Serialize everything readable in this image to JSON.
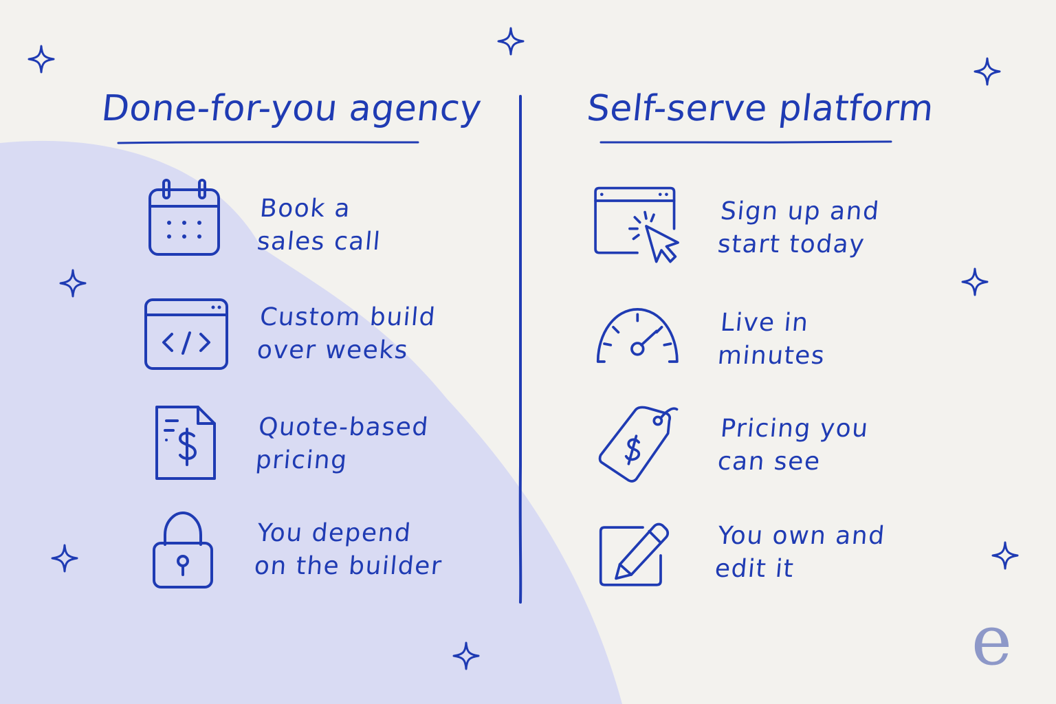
{
  "colors": {
    "ink": "#1f3bb3",
    "background": "#f3f2ee",
    "blob": "#d9dbf3",
    "logo": "#8d98c8"
  },
  "left_column": {
    "title": "Done-for-you agency",
    "items": [
      {
        "icon": "calendar-icon",
        "line1": "Book a",
        "line2": "sales call"
      },
      {
        "icon": "code-window-icon",
        "line1": "Custom build",
        "line2": "over weeks"
      },
      {
        "icon": "invoice-dollar-icon",
        "line1": "Quote-based",
        "line2": "pricing"
      },
      {
        "icon": "padlock-icon",
        "line1": "You depend",
        "line2": "on the builder"
      }
    ]
  },
  "right_column": {
    "title": "Self-serve platform",
    "items": [
      {
        "icon": "browser-click-icon",
        "line1": "Sign up and",
        "line2": "start today"
      },
      {
        "icon": "speedometer-icon",
        "line1": "Live in",
        "line2": "minutes"
      },
      {
        "icon": "price-tag-icon",
        "line1": "Pricing you",
        "line2": "can see"
      },
      {
        "icon": "edit-pencil-icon",
        "line1": "You own and",
        "line2": "edit it"
      }
    ]
  },
  "logo": {
    "text": "e"
  }
}
